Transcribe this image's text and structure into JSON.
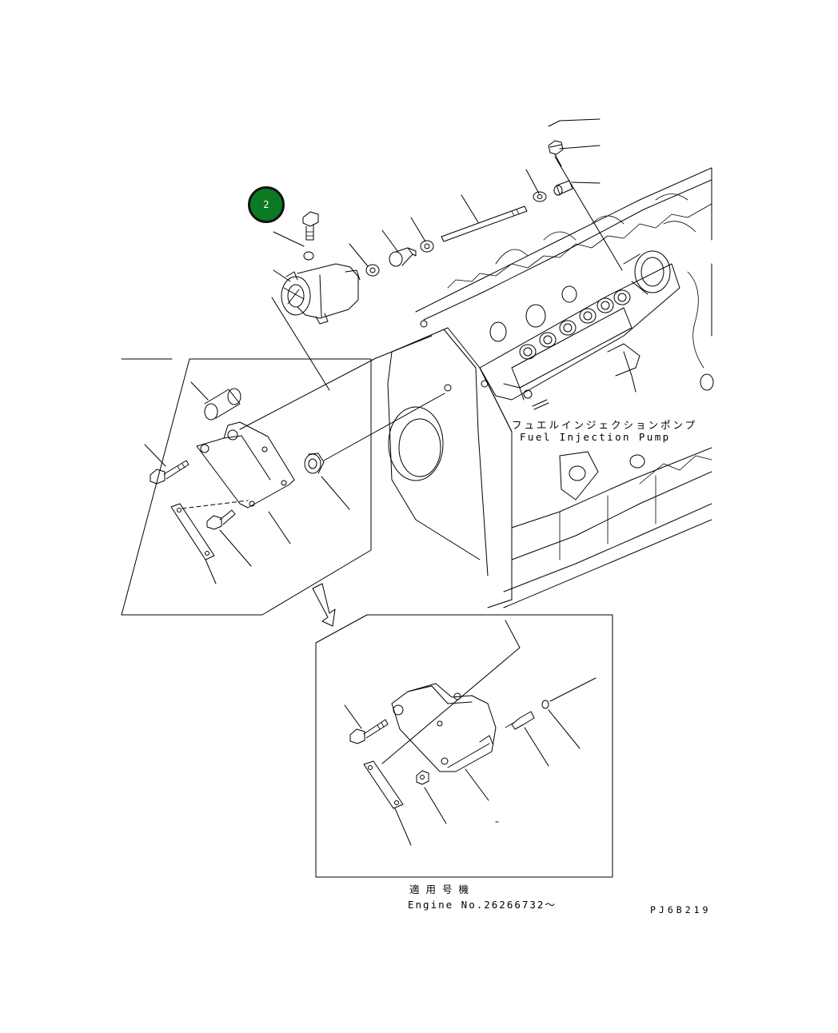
{
  "callout": {
    "number": "2",
    "color": "#0b7a22"
  },
  "labels": {
    "pump_jp": "フュエルインジェクションポンプ",
    "pump_en": "Fuel Injection Pump",
    "applicable_jp": "適用号機",
    "engine_no": "Engine No.26266732～",
    "drawing_id": "PJ6B219"
  }
}
